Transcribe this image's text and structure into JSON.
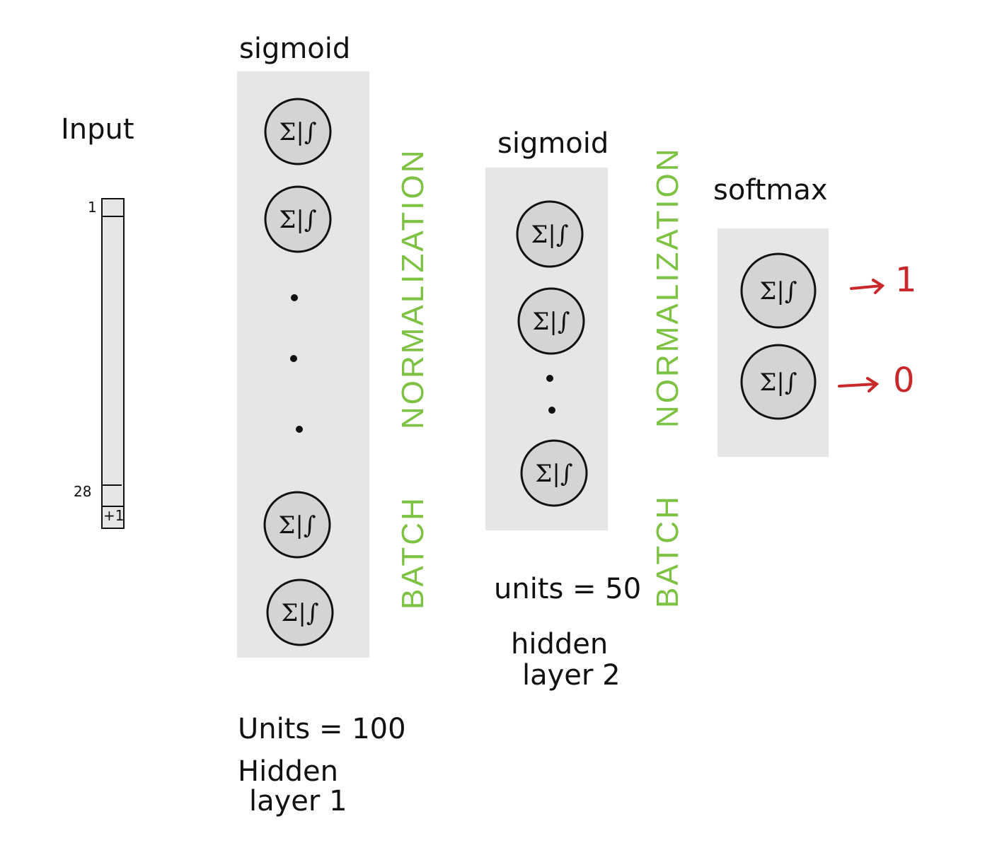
{
  "input": {
    "label": "Input",
    "top_index": "1",
    "bottom_index": "28",
    "bias_label": "+1"
  },
  "layer1": {
    "activation": "sigmoid",
    "units_label": "Units = 100",
    "name_line1": "Hidden",
    "name_line2": "layer 1",
    "neuron_symbol": "Σ|∫"
  },
  "batchnorm1": {
    "line1": "BATCH",
    "line2": "NORMALIZATION"
  },
  "layer2": {
    "activation": "sigmoid",
    "units_label": "units = 50",
    "name_line1": "hidden",
    "name_line2": "layer 2",
    "neuron_symbol": "Σ|∫"
  },
  "batchnorm2": {
    "line1": "BATCH",
    "line2": "NORMALIZATION"
  },
  "output": {
    "activation": "softmax",
    "neuron_symbol": "Σ|∫",
    "out1": "1",
    "out2": "0",
    "arrow_color": "#c8282a"
  },
  "colors": {
    "panel": "#e6e6e6",
    "neuron_fill": "#d4d4d4",
    "batchnorm_text": "#7dc242",
    "output_text": "#c8282a"
  }
}
